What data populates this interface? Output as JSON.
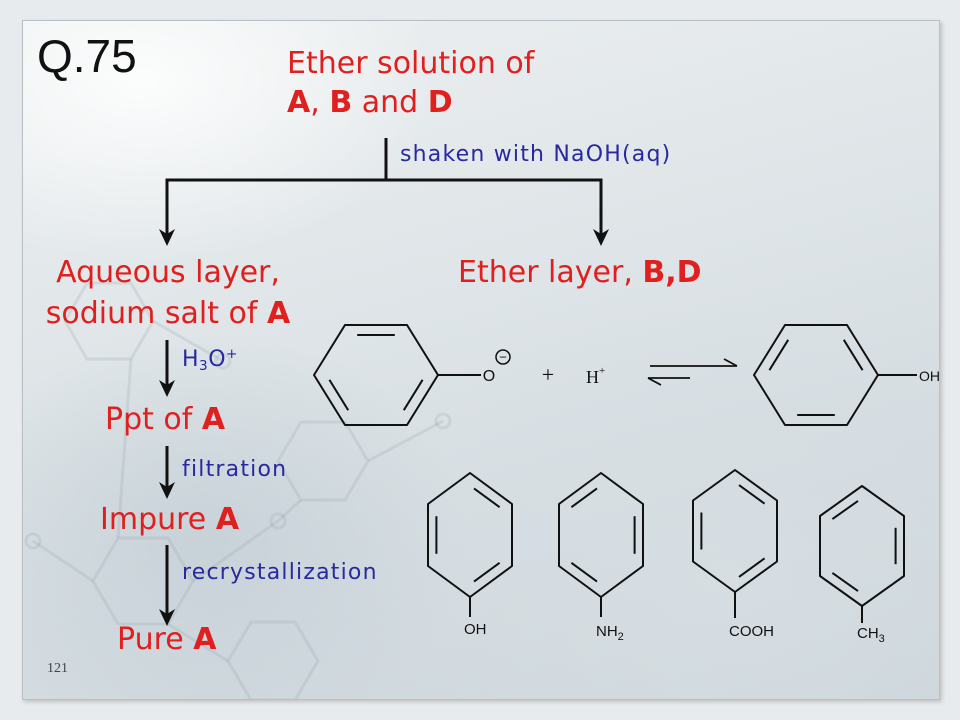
{
  "slide": {
    "question_label": "Q.75",
    "page_number": "121"
  },
  "colors": {
    "product_text": "#e0201e",
    "reagent_text": "#2828a0",
    "ink": "#111111"
  },
  "flowchart": {
    "start": {
      "line1": "Ether solution of",
      "line2": {
        "a": "A",
        "comma": ",",
        "b": "B",
        "and": "and",
        "d": "D"
      }
    },
    "split_reagent": "shaken with NaOH(aq)",
    "aqueous_layer": {
      "line1": "Aqueous layer,",
      "line2": "sodium salt of",
      "compound": "A"
    },
    "ether_layer": {
      "label": "Ether layer,",
      "compounds": "B,D"
    },
    "steps": [
      {
        "reagent": {
          "h": "H",
          "sub": "3",
          "o": "O",
          "sup": "+"
        },
        "product": {
          "label": "Ppt of",
          "compound": "A"
        }
      },
      {
        "reagent": "filtration",
        "product": {
          "label": "Impure",
          "compound": "A"
        }
      },
      {
        "reagent": "recrystallization",
        "product": {
          "label": "Pure",
          "compound": "A"
        }
      }
    ]
  },
  "equation": {
    "reactant": {
      "atom": "O",
      "charge": "−"
    },
    "plus": "+",
    "proton": {
      "symbol": "H",
      "charge": "+"
    },
    "product": {
      "group": "OH"
    }
  },
  "structures": [
    {
      "label": {
        "main": "OH"
      }
    },
    {
      "label": {
        "main": "NH",
        "sub": "2"
      }
    },
    {
      "label": {
        "main": "COOH"
      }
    },
    {
      "label": {
        "main": "CH",
        "sub": "3"
      }
    }
  ]
}
